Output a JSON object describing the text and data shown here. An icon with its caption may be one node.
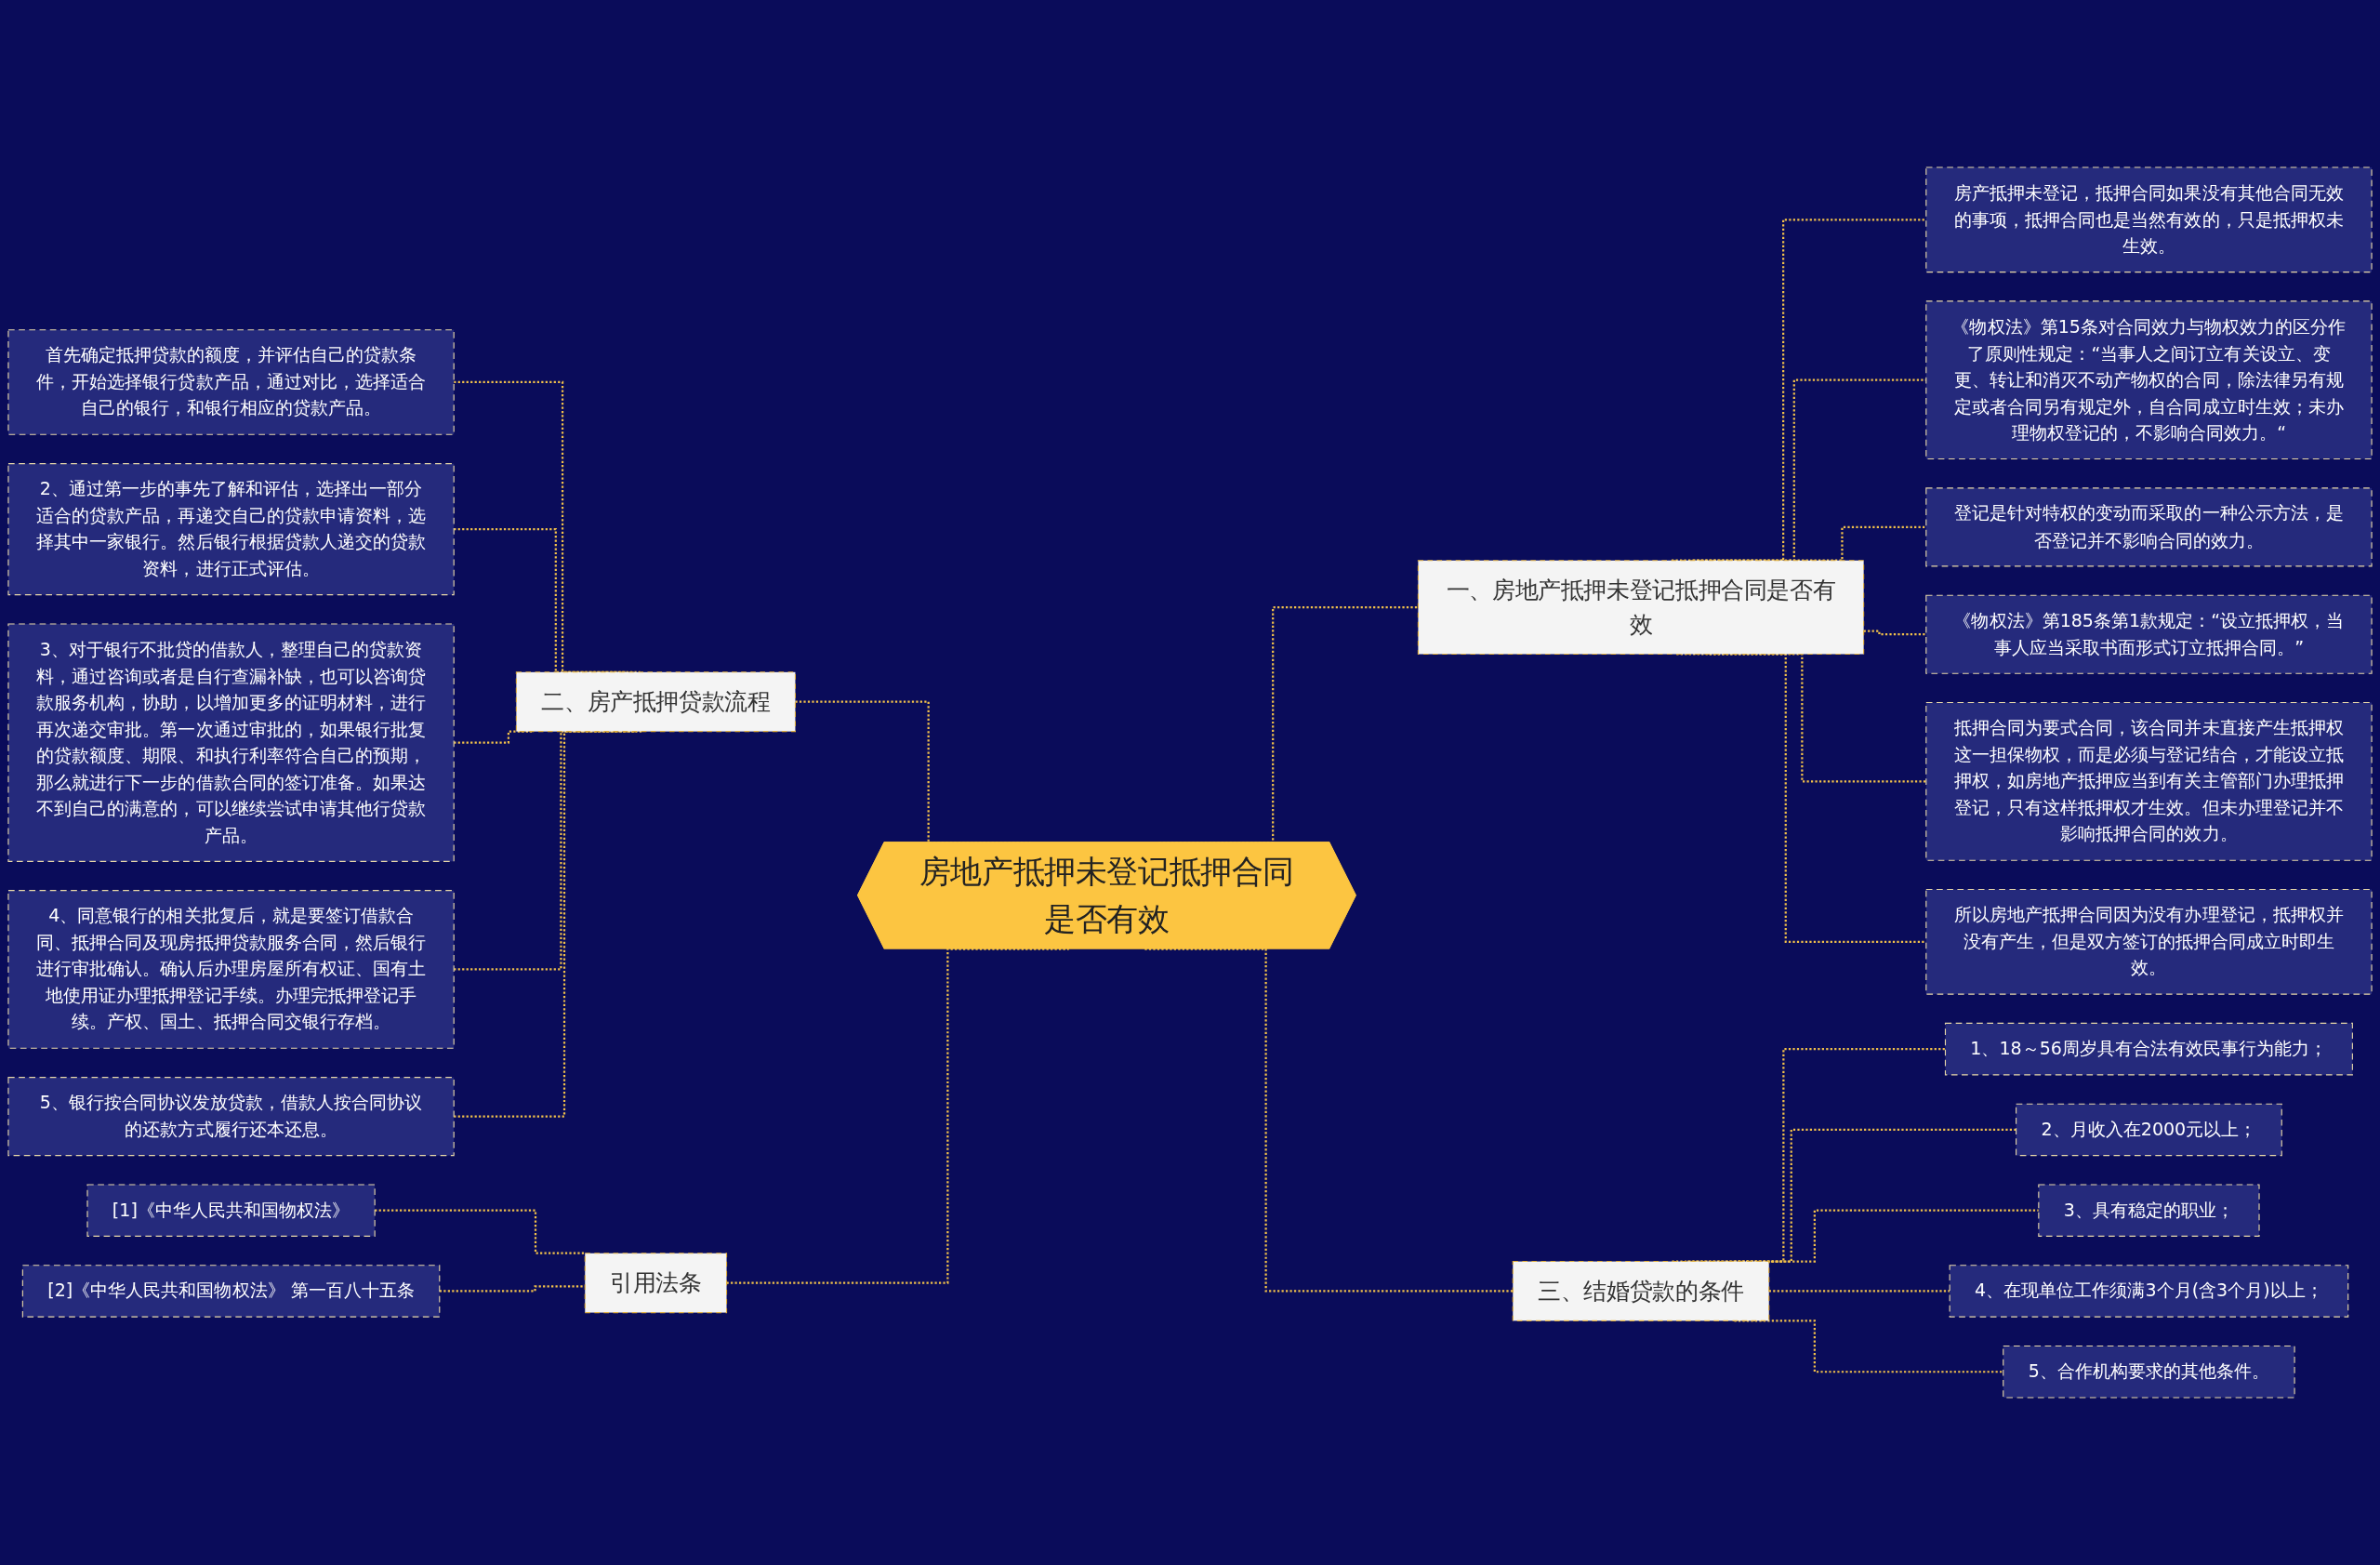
{
  "diagram": {
    "nodes": [
      {
        "text": [
          "房地产抵押未登记抵押合同是否有效"
        ]
      },
      {
        "text": [
          "一、房地产抵押未登记抵押合同是否有效"
        ]
      },
      {
        "text": [
          "房产抵押未登记，抵押合同如果没有其他合同无效的事项，抵押合同也是当然有效的，只是抵押权未生效。"
        ]
      },
      {
        "text": [
          "《物权法》第15条对合同效力与物权效力的区分作了原则性规定：“当事人之间订立有关设立、变更、转让和消灭不动产物权的合同，除法律另有规定或者合同另有规定外，自合同成立时生效；未办理物权登记的，不影响合同效力。“"
        ]
      },
      {
        "text": [
          "登记是针对特权的变动而采取的一种公示方法，是否登记并不影响合同的效力。"
        ]
      },
      {
        "text": [
          "《物权法》第185条第1款规定：“设立抵押权，当事人应当采取书面形式订立抵押合同。”"
        ]
      },
      {
        "text": [
          "抵押合同为要式合同，该合同并未直接产生抵押权这一担保物权，而是必须与登记结合，才能设立抵押权，如房地产抵押应当到有关主管部门办理抵押登记，只有这样抵押权才生效。但未办理登记并不影响抵押合同的效力。"
        ]
      },
      {
        "text": [
          "所以房地产抵押合同因为没有办理登记，抵押权并没有产生，但是双方签订的抵押合同成立时即生效。"
        ]
      },
      {
        "text": [
          "三、结婚贷款的条件"
        ]
      },
      {
        "text": [
          "1、18～56周岁具有合法有效民事行为能力；"
        ]
      },
      {
        "text": [
          "2、月收入在2000元以上；"
        ]
      },
      {
        "text": [
          "3、具有稳定的职业；"
        ]
      },
      {
        "text": [
          "4、在现单位工作须满3个月(含3个月)以上；"
        ]
      },
      {
        "text": [
          "5、合作机构要求的其他条件。"
        ]
      },
      {
        "text": [
          "二、房产抵押贷款流程"
        ]
      },
      {
        "text": [
          "首先确定抵押贷款的额度，并评估自己的贷款条件，开始选择银行贷款产品，通过对比，选择适合自己的银行，和银行相应的贷款产品。"
        ]
      },
      {
        "text": [
          "2、通过第一步的事先了解和评估，选择出一部分适合的贷款产品，再递交自己的贷款申请资料，选择其中一家银行。然后银行根据贷款人递交的贷款资料，进行正式评估。"
        ]
      },
      {
        "text": [
          "3、对于银行不批贷的借款人，整理自己的贷款资料，通过咨询或者是自行查漏补缺，也可以咨询贷款服务机构，协助，以增加更多的证明材料，进行再次递交审批。第一次通过审批的，如果银行批复的贷款额度、期限、和执行利率符合自己的预期，那么就进行下一步的借款合同的签订准备。如果达不到自己的满意的，可以继续尝试申请其他行贷款产品。"
        ]
      },
      {
        "text": [
          "4、同意银行的相关批复后，就是要签订借款合同、抵押合同及现房抵押贷款服务合同，然后银行进行审批确认。确认后办理房屋所有权证、国有土地使用证办理抵押登记手续。办理完抵押登记手续。产权、国土、抵押合同交银行存档。"
        ]
      },
      {
        "text": [
          "5、银行按合同协议发放贷款，借款人按合同协议的还款方式履行还本还息。"
        ]
      },
      {
        "text": [
          "引用法条"
        ]
      },
      {
        "text": [
          "[1]《中华人民共和国物权法》"
        ]
      },
      {
        "text": [
          "[2]《中华人民共和国物权法》 第一百八十五条"
        ]
      }
    ],
    "edges": [
      {
        "from": 0,
        "to": 1,
        "arrow": "none",
        "style": "dashed"
      },
      {
        "from": 1,
        "to": 2,
        "arrow": "none",
        "style": "dashed"
      },
      {
        "from": 1,
        "to": 3,
        "arrow": "none",
        "style": "dashed"
      },
      {
        "from": 1,
        "to": 4,
        "arrow": "none",
        "style": "dashed"
      },
      {
        "from": 1,
        "to": 5,
        "arrow": "none",
        "style": "dashed"
      },
      {
        "from": 1,
        "to": 6,
        "arrow": "none",
        "style": "dashed"
      },
      {
        "from": 1,
        "to": 7,
        "arrow": "none",
        "style": "dashed"
      },
      {
        "from": 0,
        "to": 8,
        "arrow": "none",
        "style": "dashed"
      },
      {
        "from": 8,
        "to": 9,
        "arrow": "none",
        "style": "dashed"
      },
      {
        "from": 8,
        "to": 10,
        "arrow": "none",
        "style": "dashed"
      },
      {
        "from": 8,
        "to": 11,
        "arrow": "none",
        "style": "dashed"
      },
      {
        "from": 8,
        "to": 12,
        "arrow": "none",
        "style": "dashed"
      },
      {
        "from": 8,
        "to": 13,
        "arrow": "none",
        "style": "dashed"
      },
      {
        "from": 0,
        "to": 14,
        "arrow": "none",
        "style": "dashed"
      },
      {
        "from": 14,
        "to": 15,
        "arrow": "none",
        "style": "dashed"
      },
      {
        "from": 14,
        "to": 16,
        "arrow": "none",
        "style": "dashed"
      },
      {
        "from": 14,
        "to": 17,
        "arrow": "none",
        "style": "dashed"
      },
      {
        "from": 14,
        "to": 18,
        "arrow": "none",
        "style": "dashed"
      },
      {
        "from": 14,
        "to": 19,
        "arrow": "none",
        "style": "dashed"
      },
      {
        "from": 0,
        "to": 20,
        "arrow": "none",
        "style": "dashed"
      },
      {
        "from": 20,
        "to": 21,
        "arrow": "none",
        "style": "dashed"
      },
      {
        "from": 20,
        "to": 22,
        "arrow": "none",
        "style": "dashed"
      }
    ]
  }
}
